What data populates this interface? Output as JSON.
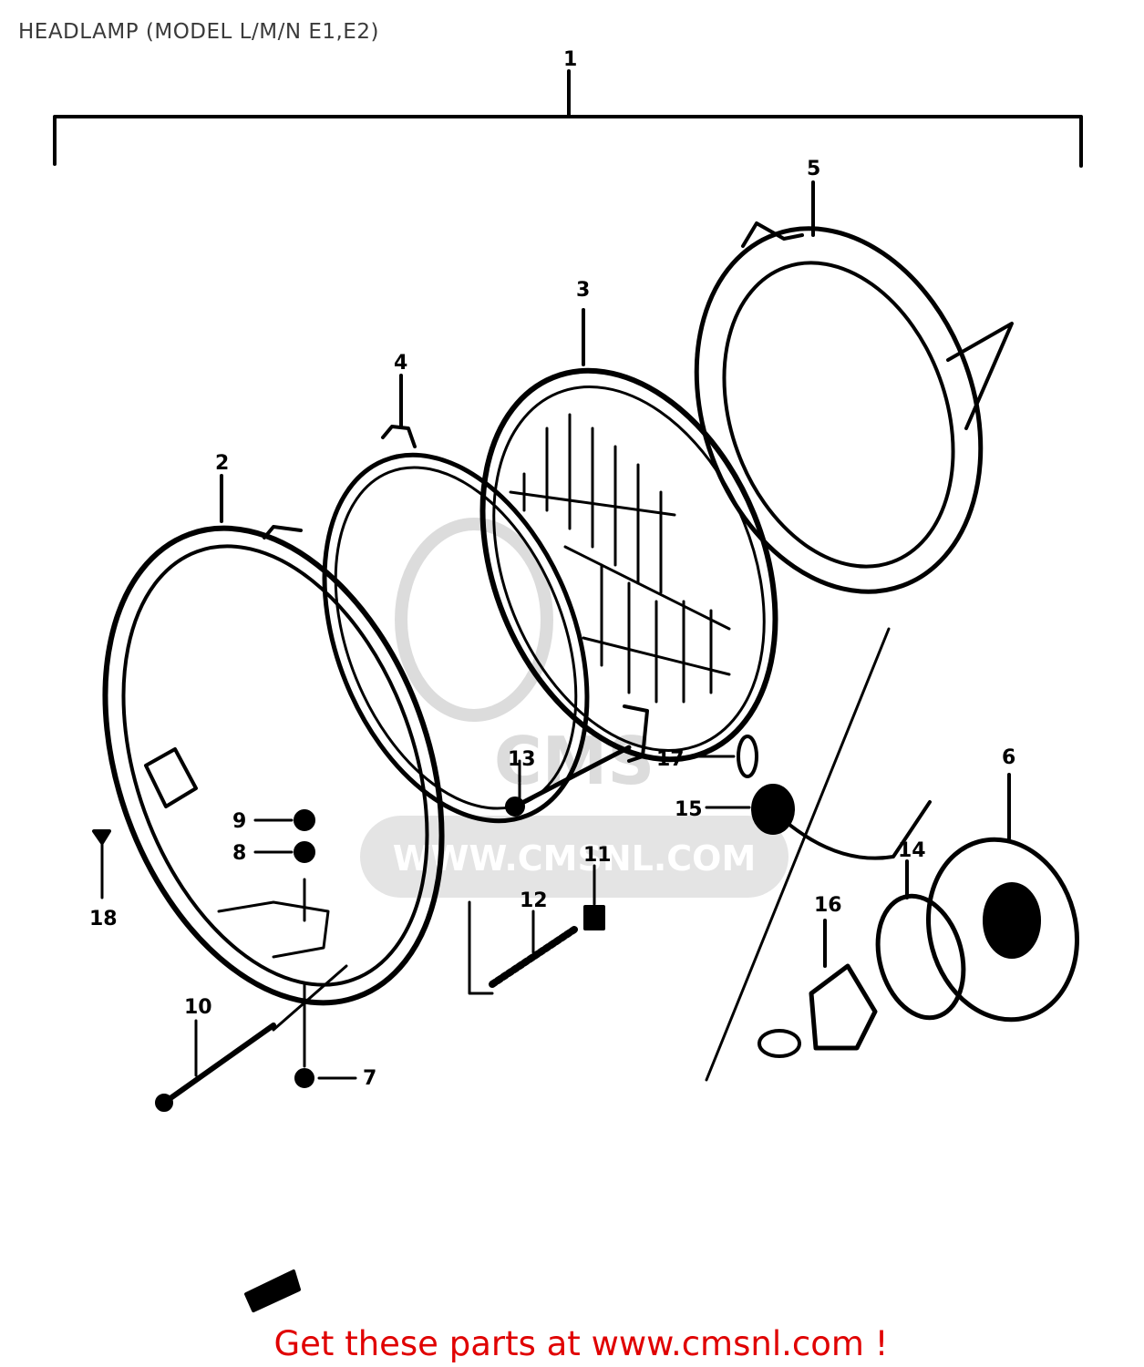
{
  "title": "HEADLAMP (MODEL L/M/N E1,E2)",
  "footer": "Get these parts at www.cmsnl.com !",
  "watermark": {
    "brand": "CMS",
    "url": "WWW.CMSNL.COM"
  },
  "callouts": {
    "c1": "1",
    "c2": "2",
    "c3": "3",
    "c4": "4",
    "c5": "5",
    "c6": "6",
    "c7": "7",
    "c8": "8",
    "c9": "9",
    "c10": "10",
    "c11": "11",
    "c12": "12",
    "c13": "13",
    "c14": "14",
    "c15": "15",
    "c16": "16",
    "c17": "17",
    "c18": "18"
  },
  "colors": {
    "ink": "#000000",
    "footer": "#e00000",
    "watermark": "#dcdcdc"
  }
}
